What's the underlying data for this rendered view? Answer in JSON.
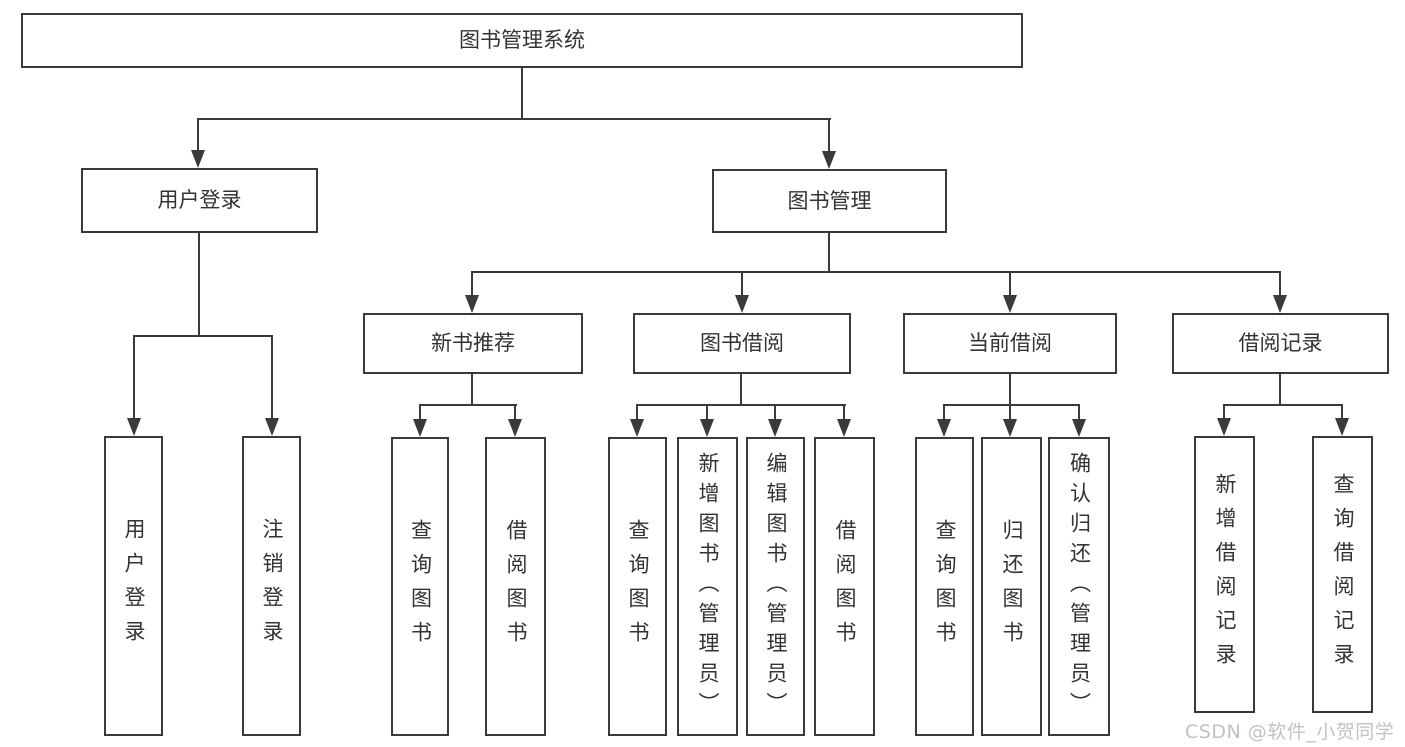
{
  "diagram": {
    "type": "tree",
    "root": {
      "label": "图书管理系统",
      "children": [
        {
          "label": "用户登录",
          "children": [
            {
              "label": "用户登录"
            },
            {
              "label": "注销登录"
            }
          ]
        },
        {
          "label": "图书管理",
          "children": [
            {
              "label": "新书推荐",
              "children": [
                {
                  "label": "查询图书"
                },
                {
                  "label": "借阅图书"
                }
              ]
            },
            {
              "label": "图书借阅",
              "children": [
                {
                  "label": "查询图书"
                },
                {
                  "label": "新增图书（管理员）"
                },
                {
                  "label": "编辑图书（管理员）"
                },
                {
                  "label": "借阅图书"
                }
              ]
            },
            {
              "label": "当前借阅",
              "children": [
                {
                  "label": "查询图书"
                },
                {
                  "label": "归还图书"
                },
                {
                  "label": "确认归还（管理员）"
                }
              ]
            },
            {
              "label": "借阅记录",
              "children": [
                {
                  "label": "新增借阅记录"
                },
                {
                  "label": "查询借阅记录"
                }
              ]
            }
          ]
        }
      ]
    }
  },
  "watermark": {
    "text": "CSDN @软件_小贺同学"
  },
  "colors": {
    "line": "#3a3a3a",
    "text": "#333333",
    "watermark": "#c6c0c0",
    "background": "#ffffff"
  }
}
